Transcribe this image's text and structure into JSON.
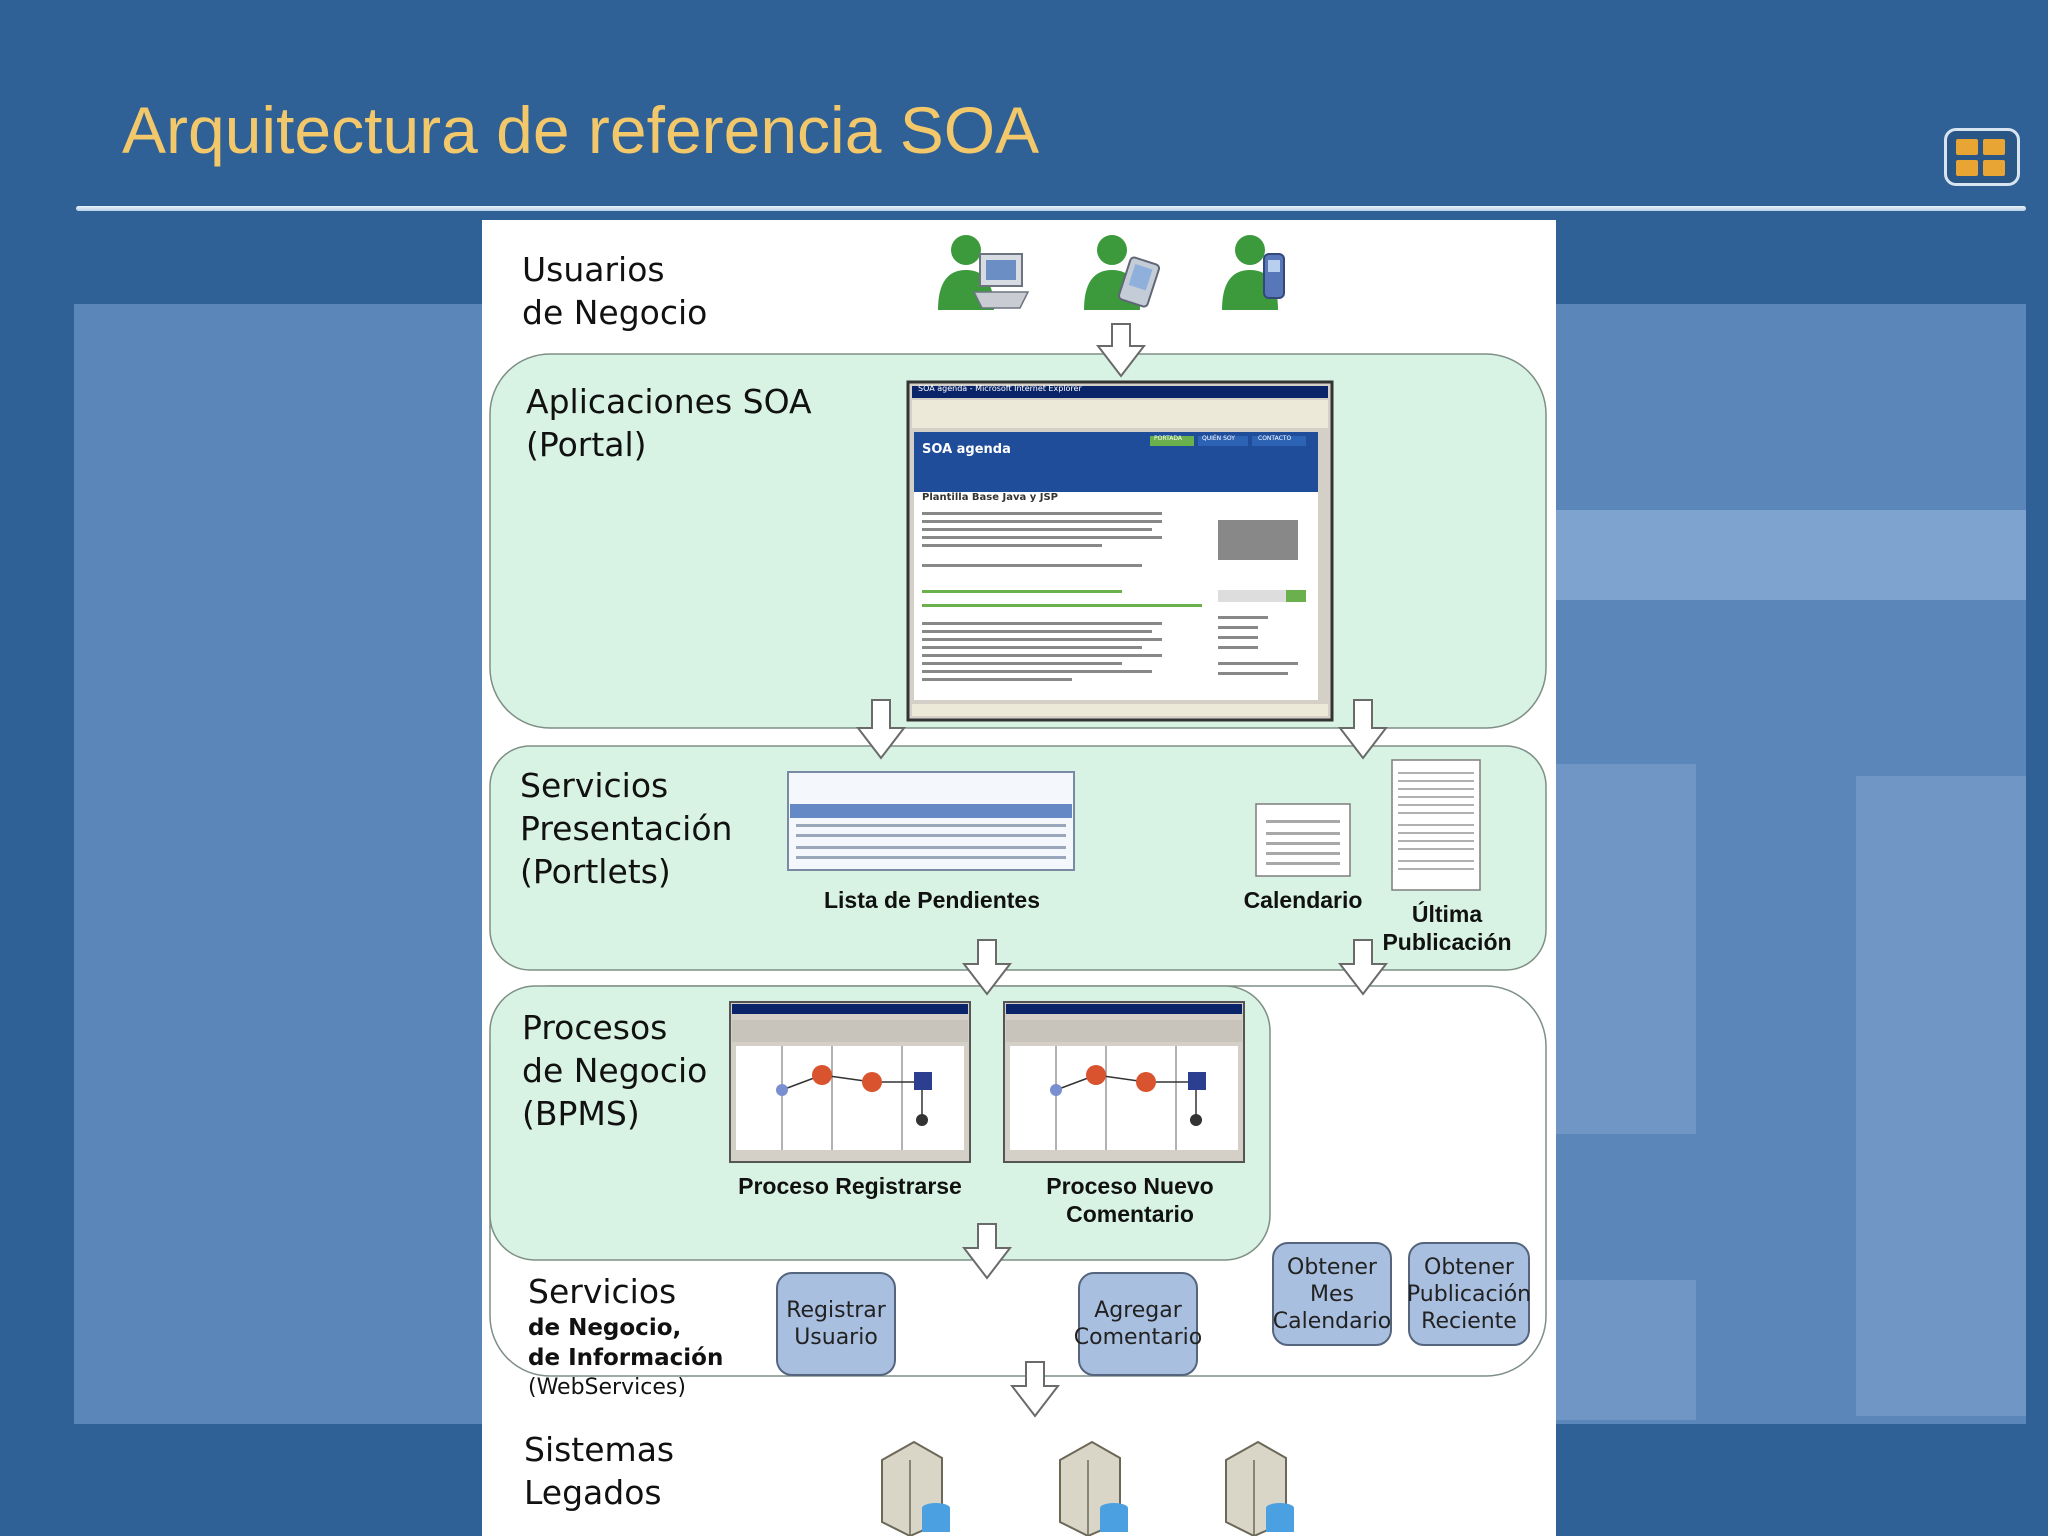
{
  "slide": {
    "title": "Arquitectura de referencia SOA",
    "nav_icon": "grid-menu-icon"
  },
  "colors": {
    "background": "#2f6196",
    "title": "#f3c86b",
    "layer_fill": "#d8f3e4",
    "service_fill": "#a9bfe0",
    "accent_nav": "#e8a533"
  },
  "diagram": {
    "users": {
      "label_line1": "Usuarios",
      "label_line2": "de Negocio",
      "icons": [
        "user-desktop-icon",
        "user-pda-icon",
        "user-mobile-icon"
      ]
    },
    "portal": {
      "label_line1": "Aplicaciones SOA",
      "label_line2": "(Portal)",
      "screenshot": {
        "window_title": "SOA agenda - Microsoft Internet Explorer",
        "site_title": "SOA agenda",
        "heading": "Plantilla Base Java y JSP",
        "tabs": [
          "PORTADA",
          "QUIÉN SOY",
          "CONTACTO"
        ]
      }
    },
    "presentation": {
      "label_line1": "Servicios",
      "label_line2": "Presentación",
      "label_line3": "(Portlets)",
      "portlets": [
        {
          "caption": "Lista de Pendientes"
        },
        {
          "caption": "Calendario"
        },
        {
          "caption_line1": "Última",
          "caption_line2": "Publicación"
        }
      ]
    },
    "processes": {
      "label_line1": "Procesos",
      "label_line2": "de Negocio",
      "label_line3": "(BPMS)",
      "items": [
        {
          "caption_line1": "Proceso Registrarse",
          "caption_line2": ""
        },
        {
          "caption_line1": "Proceso Nuevo",
          "caption_line2": "Comentario"
        }
      ]
    },
    "services": {
      "label_line1": "Servicios",
      "label_line2": "de Negocio,",
      "label_line3": "de Información",
      "label_line4": "(WebServices)",
      "boxes": [
        {
          "line1": "Registrar",
          "line2": "Usuario",
          "line3": ""
        },
        {
          "line1": "Agregar",
          "line2": "Comentario",
          "line3": ""
        },
        {
          "line1": "Obtener",
          "line2": "Mes",
          "line3": "Calendario"
        },
        {
          "line1": "Obtener",
          "line2": "Publicación",
          "line3": "Reciente"
        }
      ]
    },
    "legacy": {
      "label_line1": "Sistemas",
      "label_line2": "Legados",
      "icons": [
        "server-database-icon",
        "server-database-icon",
        "server-database-icon"
      ]
    }
  }
}
